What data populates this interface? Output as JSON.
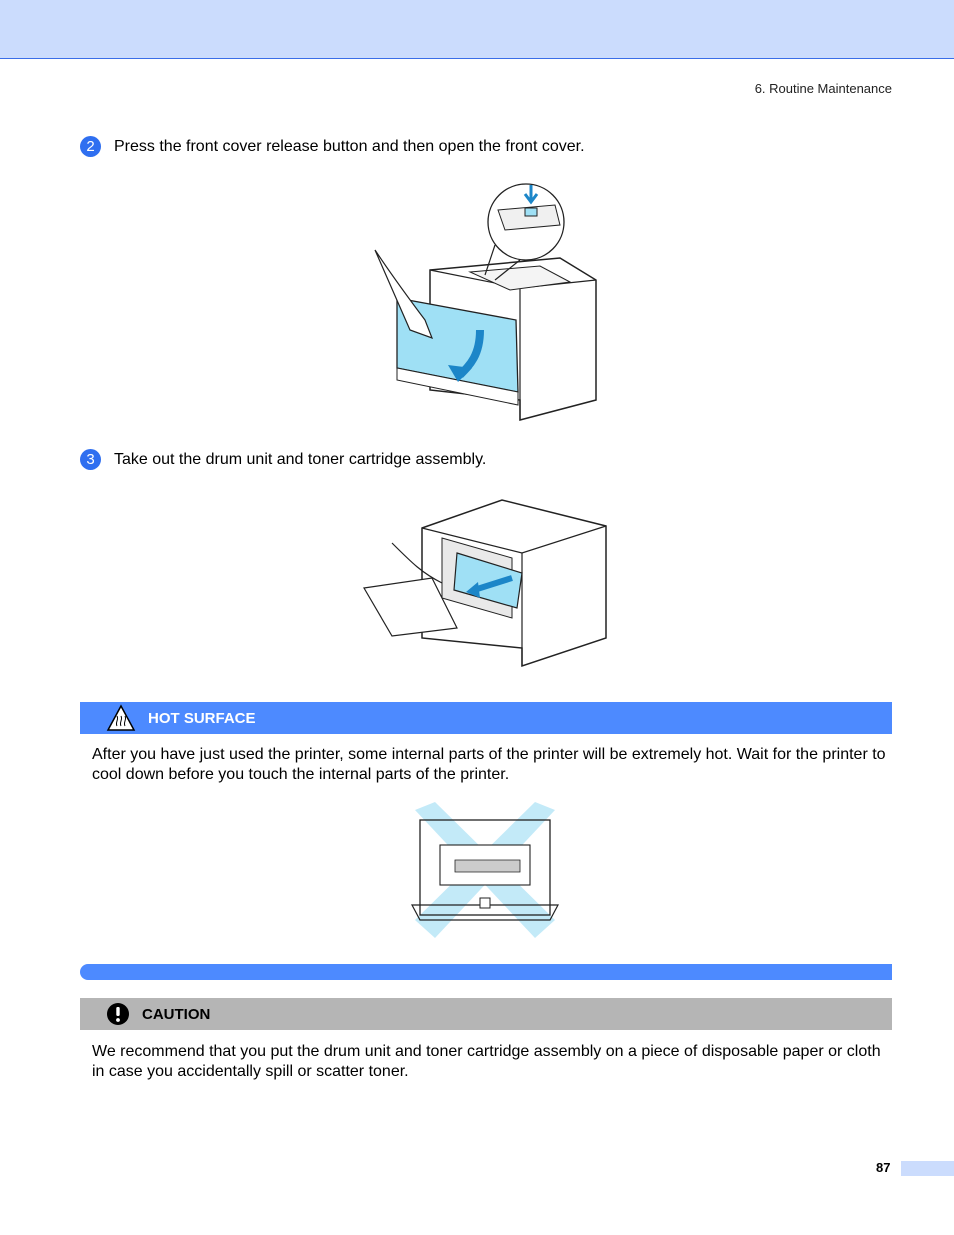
{
  "header": {
    "section": "6. Routine Maintenance"
  },
  "steps": [
    {
      "number": "2",
      "text": "Press the front cover release button and then open the front cover."
    },
    {
      "number": "3",
      "text": "Take out the drum unit and toner cartridge assembly."
    }
  ],
  "hot_surface": {
    "label": "HOT SURFACE",
    "text": "After you have just used the printer, some internal parts of the printer will be extremely hot. Wait for the printer to cool down before you touch the internal parts of the printer."
  },
  "caution": {
    "label": "CAUTION",
    "text": "We recommend that you put the drum unit and toner cartridge assembly on a piece of disposable paper or cloth in case you accidentally spill or scatter toner."
  },
  "footer": {
    "page_number": "87"
  },
  "colors": {
    "accent": "#4d8aff",
    "band": "#cbdcfd",
    "caution_gray": "#b5b5b5",
    "illustration_cyan": "#9fe0f5"
  },
  "icons": [
    "hot-surface-icon",
    "caution-exclamation-icon",
    "down-arrow-icon"
  ]
}
